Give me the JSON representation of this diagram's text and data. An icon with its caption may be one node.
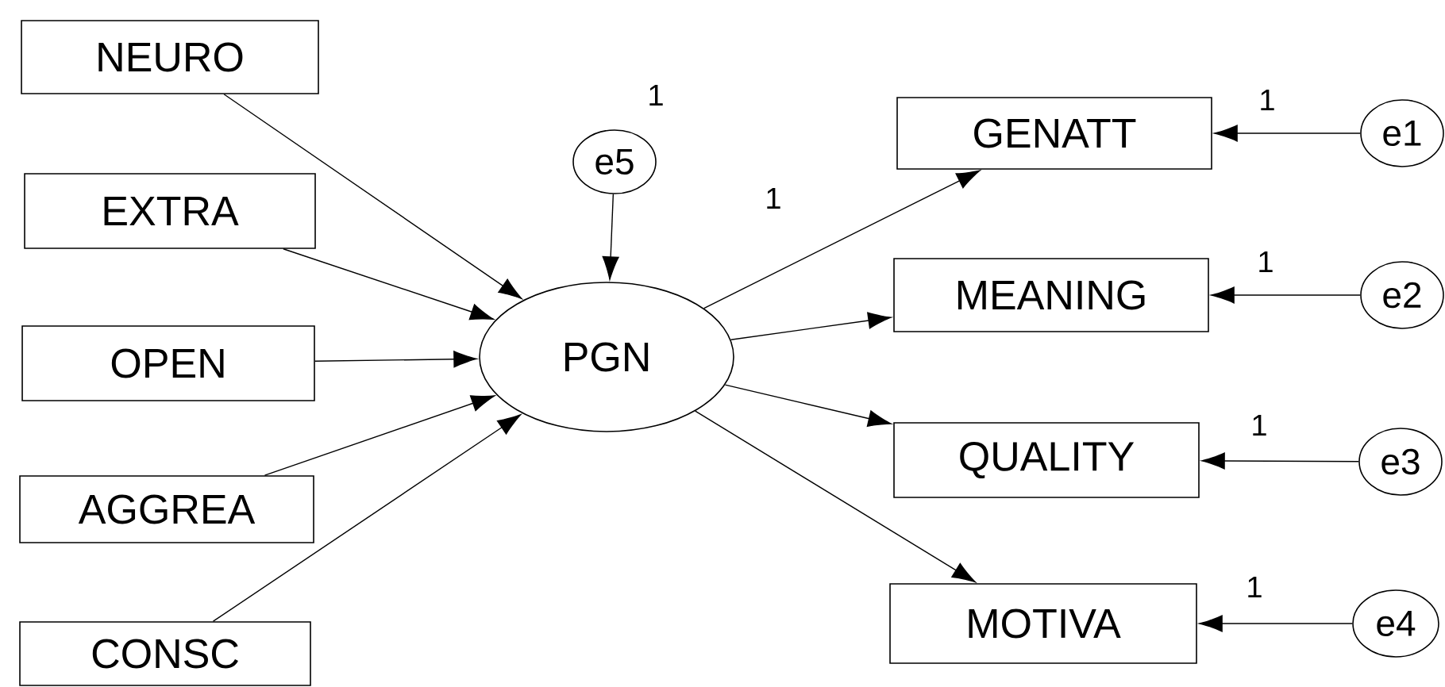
{
  "diagram": {
    "nodes": [
      {
        "text": [
          "NEURO"
        ]
      },
      {
        "text": [
          "EXTRA"
        ]
      },
      {
        "text": [
          "OPEN"
        ]
      },
      {
        "text": [
          "AGGREA"
        ]
      },
      {
        "text": [
          "CONSC"
        ]
      },
      {
        "text": [
          "PGN"
        ]
      },
      {
        "text": [
          "e5"
        ]
      },
      {
        "text": [
          "GENATT"
        ]
      },
      {
        "text": [
          "MEANING"
        ]
      },
      {
        "text": [
          "QUALITY"
        ]
      },
      {
        "text": [
          "MOTIVA"
        ]
      },
      {
        "text": [
          "e1"
        ]
      },
      {
        "text": [
          "e2"
        ]
      },
      {
        "text": [
          "e3"
        ]
      },
      {
        "text": [
          "e4"
        ]
      }
    ],
    "edges": [
      {
        "from": 0,
        "to": 5,
        "arrow": "to"
      },
      {
        "from": 1,
        "to": 5,
        "arrow": "to"
      },
      {
        "from": 2,
        "to": 5,
        "arrow": "to"
      },
      {
        "from": 3,
        "to": 5,
        "arrow": "to"
      },
      {
        "from": 4,
        "to": 5,
        "arrow": "to"
      },
      {
        "from": 6,
        "to": 5,
        "arrow": "to",
        "label": "1"
      },
      {
        "from": 5,
        "to": 7,
        "arrow": "to",
        "label": "1"
      },
      {
        "from": 5,
        "to": 8,
        "arrow": "to"
      },
      {
        "from": 5,
        "to": 9,
        "arrow": "to"
      },
      {
        "from": 5,
        "to": 10,
        "arrow": "to"
      },
      {
        "from": 11,
        "to": 7,
        "arrow": "to",
        "label": "1"
      },
      {
        "from": 12,
        "to": 8,
        "arrow": "to",
        "label": "1"
      },
      {
        "from": 13,
        "to": 9,
        "arrow": "to",
        "label": "1"
      },
      {
        "from": 14,
        "to": 10,
        "arrow": "to",
        "label": "1"
      }
    ]
  }
}
